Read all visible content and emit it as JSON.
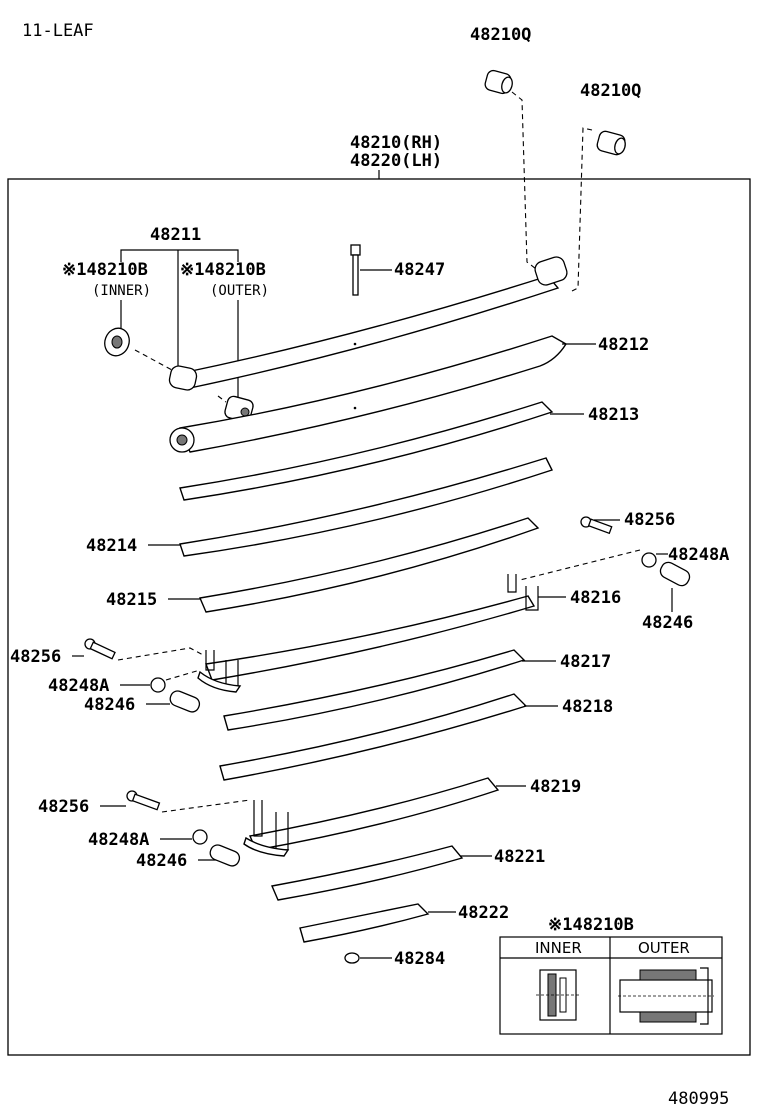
{
  "header": {
    "leaf_count": "11-LEAF",
    "figure_number": "480995"
  },
  "assembly": {
    "rh": "48210(RH)",
    "lh": "48220(LH)"
  },
  "bushing_group": {
    "number": "48211",
    "inner_label": "※148210B",
    "inner_sub": "(INNER)",
    "outer_label": "※148210B",
    "outer_sub": "(OUTER)"
  },
  "parts": {
    "p48210q_top": "48210Q",
    "p48210q_right": "48210Q",
    "p48247": "48247",
    "p48212": "48212",
    "p48213": "48213",
    "p48214": "48214",
    "p48215": "48215",
    "p48216": "48216",
    "p48256_a": "48256",
    "p48248a_a": "48248A",
    "p48246_a": "48246",
    "p48256_b": "48256",
    "p48248a_b": "48248A",
    "p48246_b": "48246",
    "p48217": "48217",
    "p48218": "48218",
    "p48219": "48219",
    "p48256_c": "48256",
    "p48248a_c": "48248A",
    "p48246_c": "48246",
    "p48221": "48221",
    "p48222": "48222",
    "p48284": "48284"
  },
  "inset": {
    "title": "※148210B",
    "col_inner": "INNER",
    "col_outer": "OUTER"
  }
}
